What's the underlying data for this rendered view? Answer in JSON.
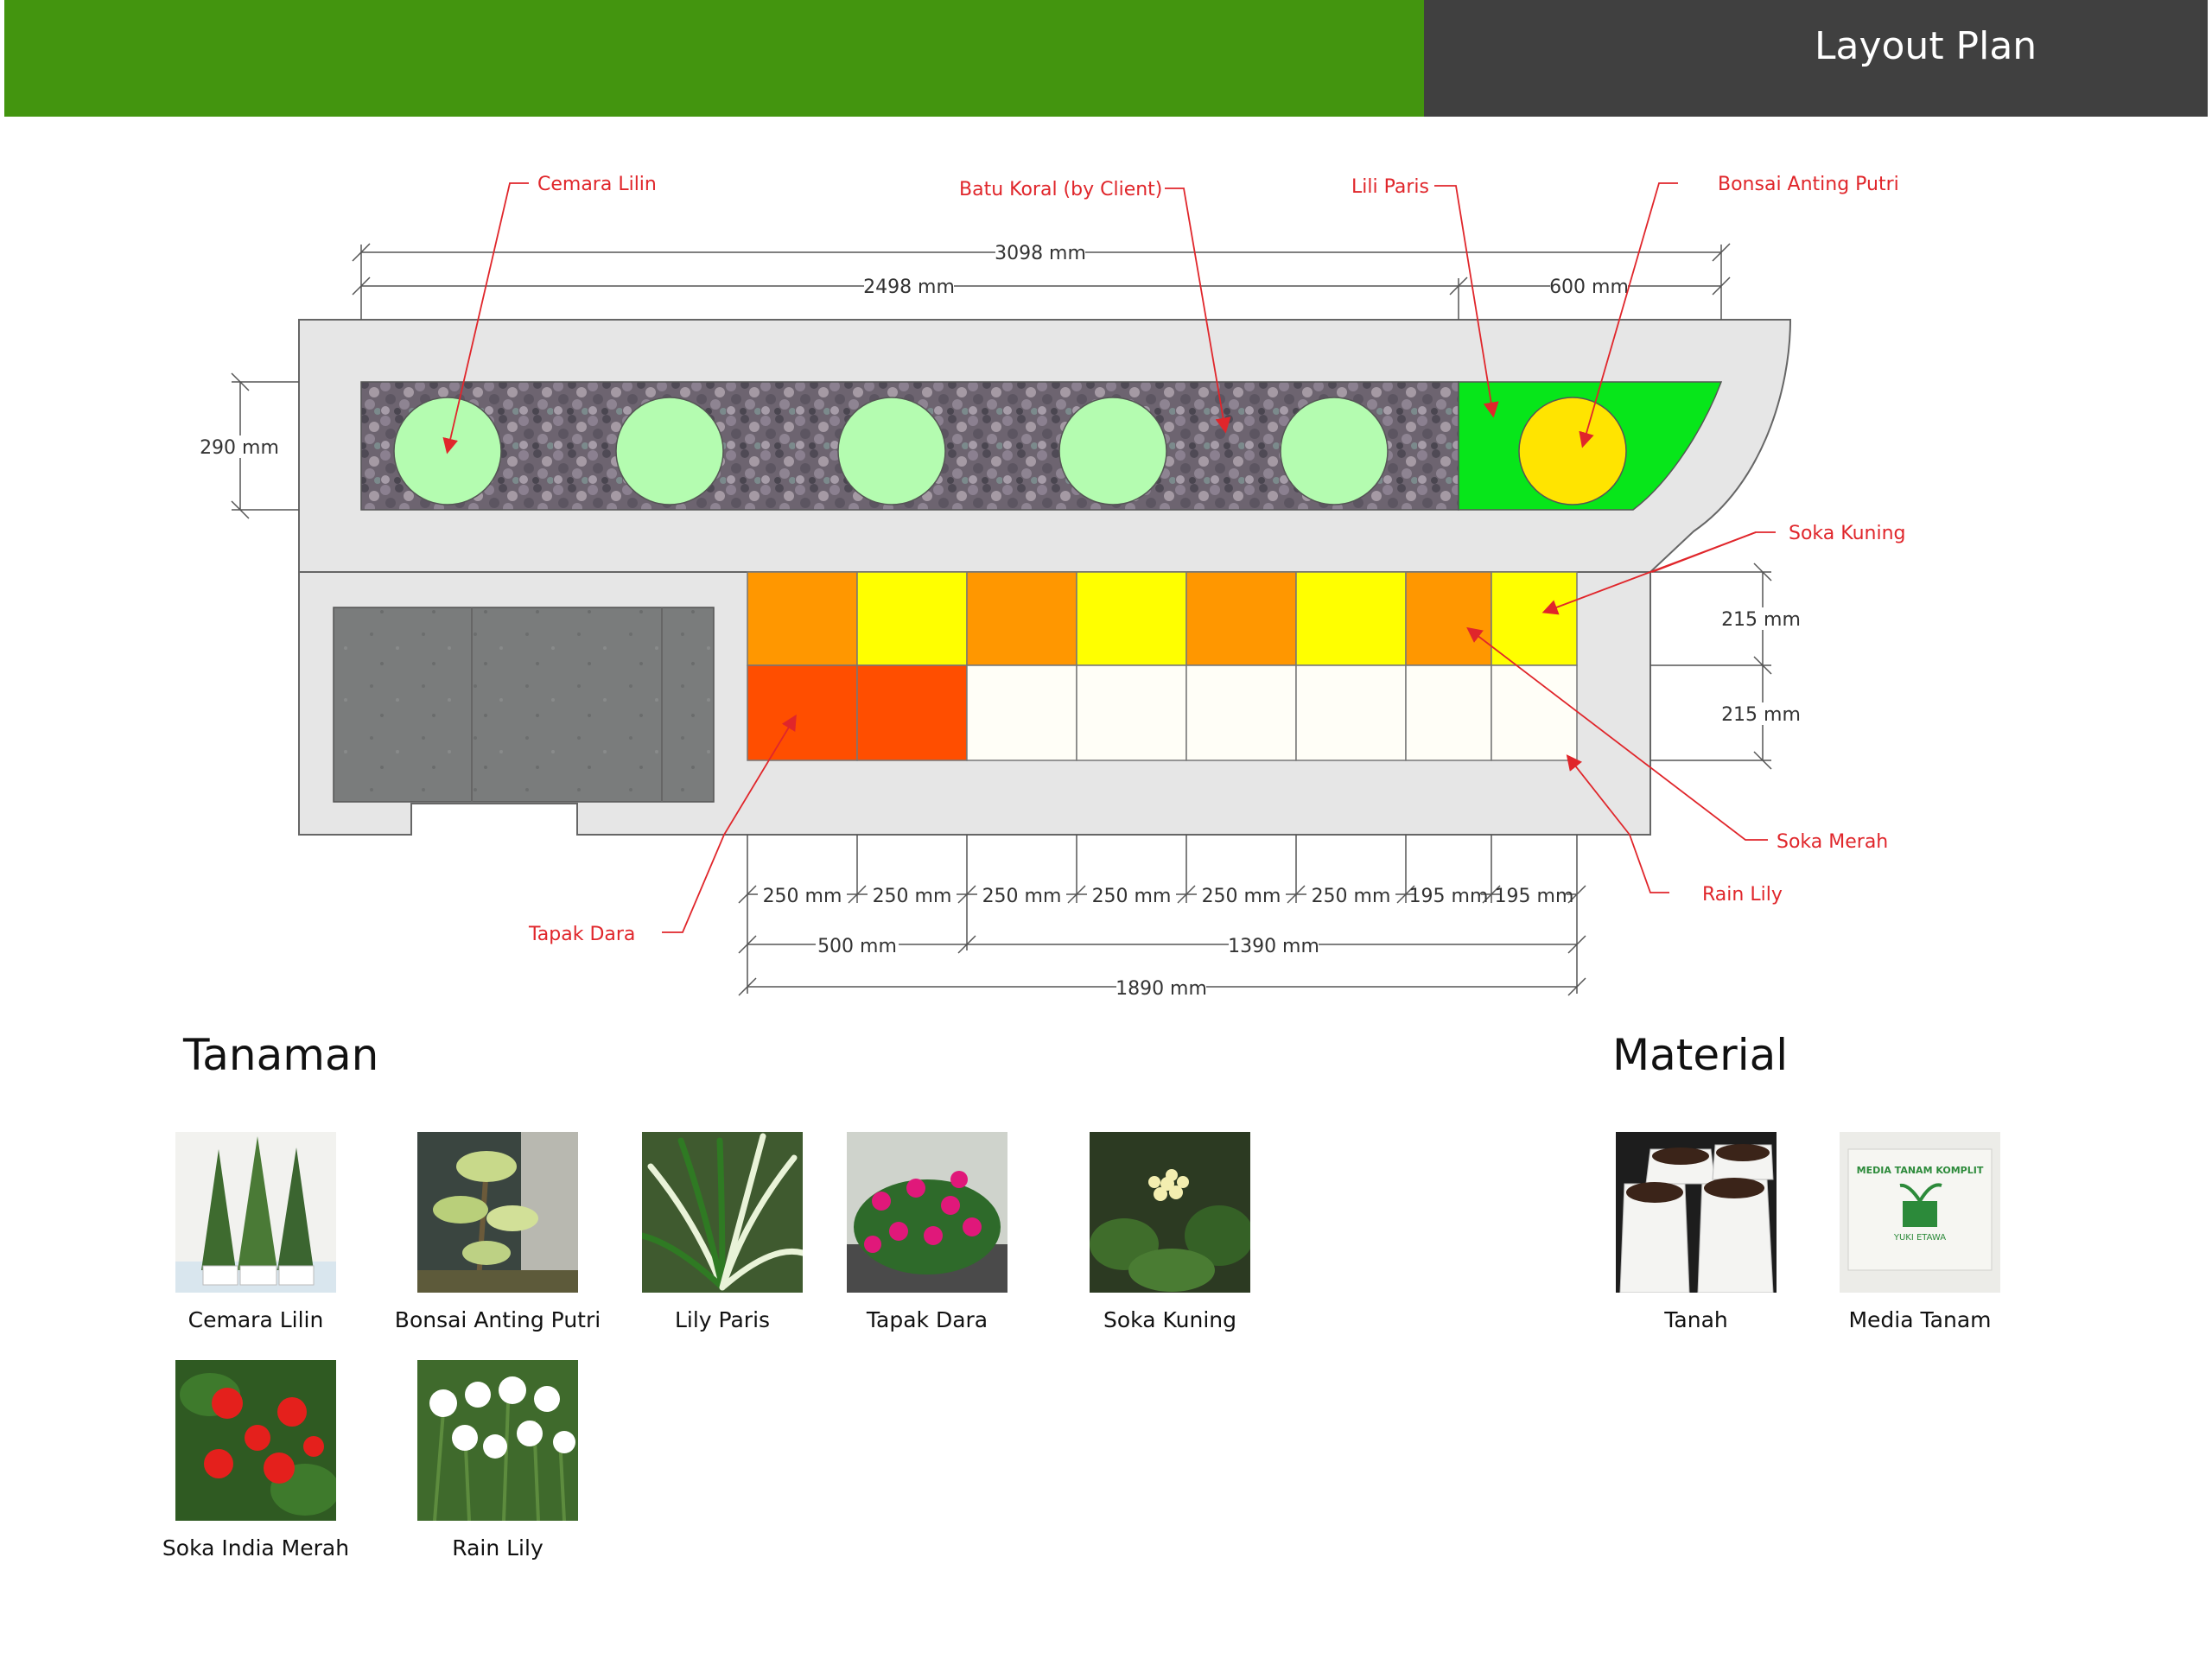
{
  "header": {
    "title": "Layout Plan",
    "colors": {
      "green": "#43950f",
      "dark": "#404040"
    }
  },
  "callouts": {
    "cemara_lilin": "Cemara Lilin",
    "batu_koral": "Batu Koral (by Client)",
    "lili_paris": "Lili Paris",
    "bonsai": "Bonsai Anting Putri",
    "soka_kuning": "Soka Kuning",
    "soka_merah": "Soka Merah",
    "rain_lily": "Rain Lily",
    "tapak_dara": "Tapak Dara"
  },
  "dimensions": {
    "top_total": "3098 mm",
    "top_left": "2498 mm",
    "top_right": "600 mm",
    "left_height": "290 mm",
    "right_top": "215 mm",
    "right_bottom": "215 mm",
    "cells": [
      "250 mm",
      "250 mm",
      "250 mm",
      "250 mm",
      "250 mm",
      "250 mm",
      "195 mm",
      "195 mm"
    ],
    "bottom_left": "500 mm",
    "bottom_right": "1390 mm",
    "bottom_total": "1890 mm"
  },
  "plant_colors": {
    "cemara": "#b4fcb0",
    "bonsai": "#ffe400",
    "lili_bed": "#07e61a",
    "orange": "#ff9700",
    "yellow": "#ffff00",
    "red": "#ff4e00",
    "white": "#fffef7",
    "frame": "#e6e6e6"
  },
  "tanaman": {
    "title": "Tanaman",
    "items": [
      {
        "caption": "Cemara Lilin"
      },
      {
        "caption": "Bonsai Anting Putri"
      },
      {
        "caption": "Lily Paris"
      },
      {
        "caption": "Tapak Dara"
      },
      {
        "caption": "Soka Kuning"
      },
      {
        "caption": "Soka India Merah"
      },
      {
        "caption": "Rain Lily"
      }
    ]
  },
  "material": {
    "title": "Material",
    "items": [
      {
        "caption": "Tanah"
      },
      {
        "caption": "Media Tanam"
      }
    ]
  }
}
